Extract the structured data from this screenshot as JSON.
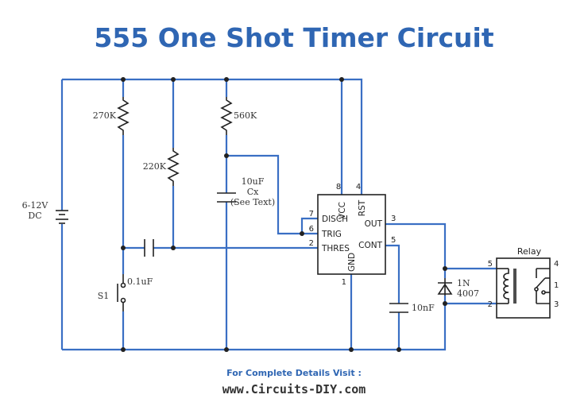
{
  "title": "555 One Shot Timer Circuit",
  "footer": {
    "caption": "For Complete Details Visit :",
    "url": "www.Circuits-DIY.com"
  },
  "components": {
    "r1": "270K",
    "r2": "220K",
    "r3": "560K",
    "cx_value": "10uF",
    "cx_name": "Cx",
    "cx_note": "(See Text)",
    "c_input": "0.1uF",
    "c_cont": "10nF",
    "supply_voltage": "6-12V",
    "supply_type": "DC",
    "switch": "S1",
    "diode_part": "1N",
    "diode_number": "4007",
    "relay": "Relay"
  },
  "ic555": {
    "pin_names": {
      "vcc": "VCC",
      "rst": "RST",
      "disch": "DISCH",
      "trig": "TRIG",
      "thres": "THRES",
      "out": "OUT",
      "cont": "CONT",
      "gnd": "GND"
    },
    "pin_numbers": {
      "vcc": "8",
      "rst": "4",
      "disch": "7",
      "trig": "6",
      "thres": "2",
      "out": "3",
      "cont": "5",
      "gnd": "1"
    }
  },
  "relay_pins": {
    "p1": "1",
    "p2": "2",
    "p3": "3",
    "p4": "4",
    "p5": "5"
  },
  "colors": {
    "wire": "#3a6fc4",
    "title": "#2f66b3",
    "component": "#222222"
  }
}
